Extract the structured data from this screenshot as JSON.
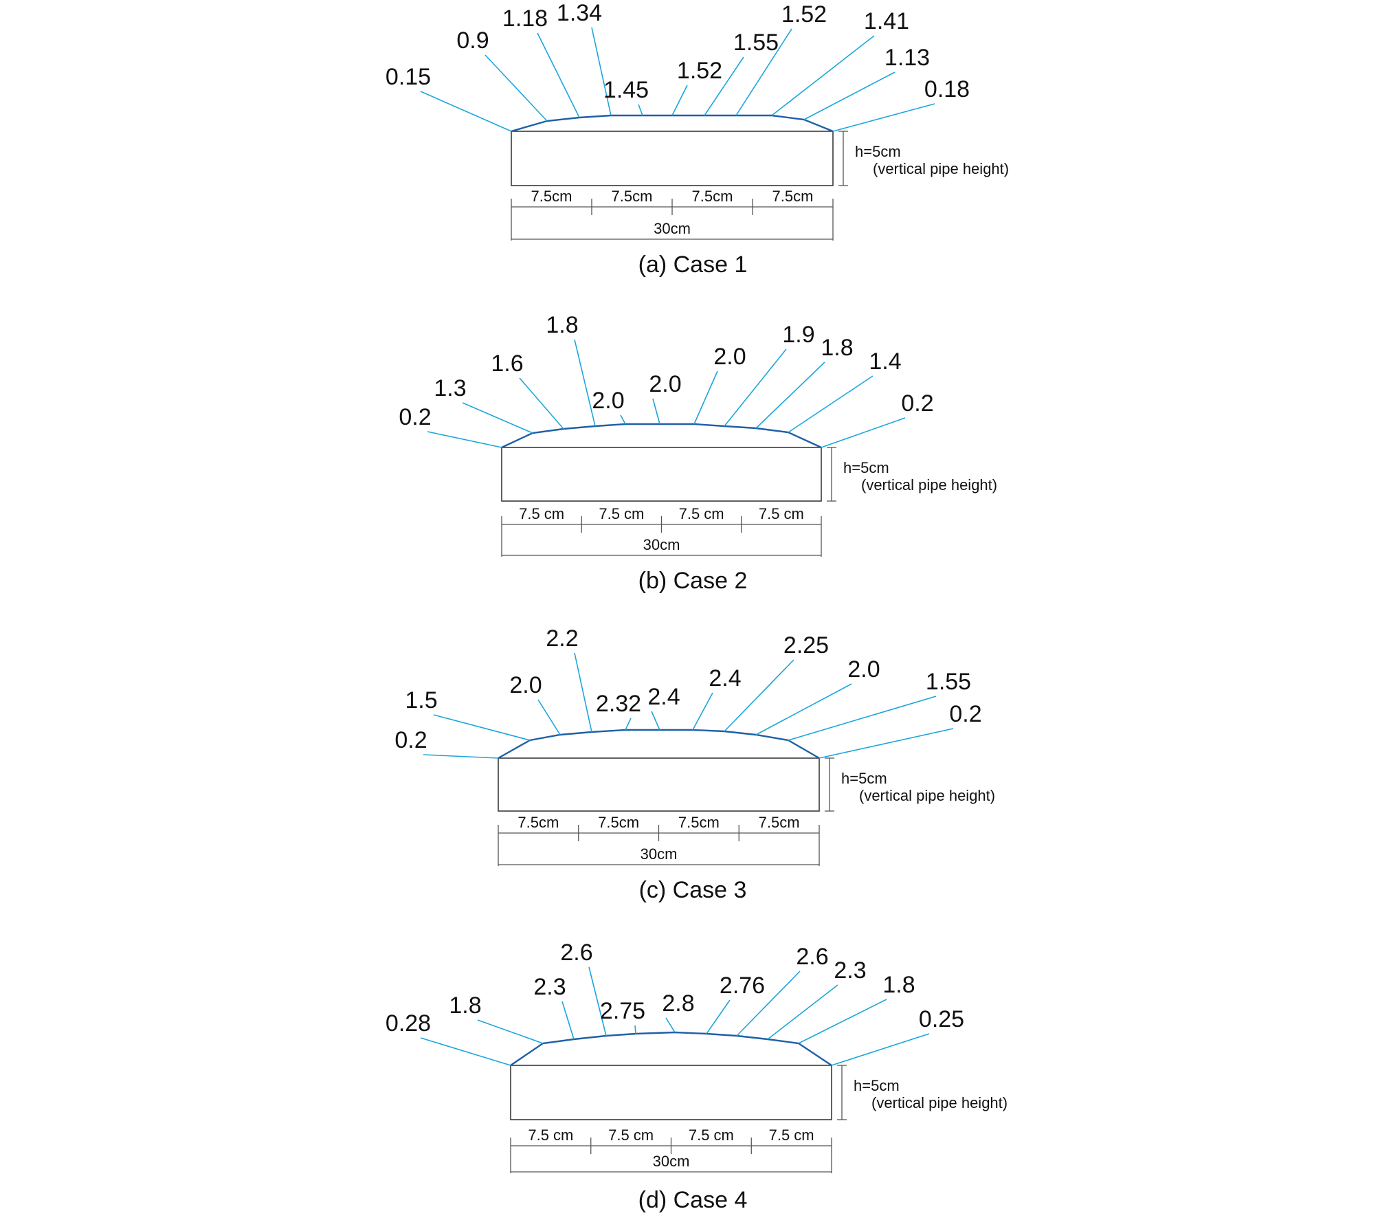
{
  "colors": {
    "leader": "#1aa6dd",
    "surface": "#1f5fa8",
    "outline": "#3a3a3a"
  },
  "panels": [
    {
      "caption": "(a)  Case  1",
      "heights": [
        "0.15",
        "0.9",
        "1.18",
        "1.34",
        "1.45",
        "1.52",
        "1.55",
        "1.52",
        "1.41",
        "1.13",
        "0.18"
      ],
      "h_label": "h=5cm",
      "h_note": "(vertical pipe height)",
      "segments": [
        "7.5cm",
        "7.5cm",
        "7.5cm",
        "7.5cm"
      ],
      "total": "30cm"
    },
    {
      "caption": "(b)  Case  2",
      "heights": [
        "0.2",
        "1.3",
        "1.6",
        "1.8",
        "2.0",
        "2.0",
        "2.0",
        "1.9",
        "1.8",
        "1.4",
        "0.2"
      ],
      "h_label": "h=5cm",
      "h_note": "(vertical pipe height)",
      "segments": [
        "7.5 cm",
        "7.5 cm",
        "7.5 cm",
        "7.5 cm"
      ],
      "total": "30cm"
    },
    {
      "caption": "(c)  Case  3",
      "heights": [
        "0.2",
        "1.5",
        "2.0",
        "2.2",
        "2.32",
        "2.4",
        "2.4",
        "2.25",
        "2.0",
        "1.55",
        "0.2"
      ],
      "h_label": "h=5cm",
      "h_note": "(vertical pipe height)",
      "segments": [
        "7.5cm",
        "7.5cm",
        "7.5cm",
        "7.5cm"
      ],
      "total": "30cm"
    },
    {
      "caption": "(d)  Case  4",
      "heights": [
        "0.28",
        "1.8",
        "2.3",
        "2.6",
        "2.75",
        "2.8",
        "2.76",
        "2.6",
        "2.3",
        "1.8",
        "0.25"
      ],
      "h_label": "h=5cm",
      "h_note": "(vertical pipe height)",
      "segments": [
        "7.5 cm",
        "7.5 cm",
        "7.5 cm",
        "7.5 cm"
      ],
      "total": "30cm"
    }
  ]
}
